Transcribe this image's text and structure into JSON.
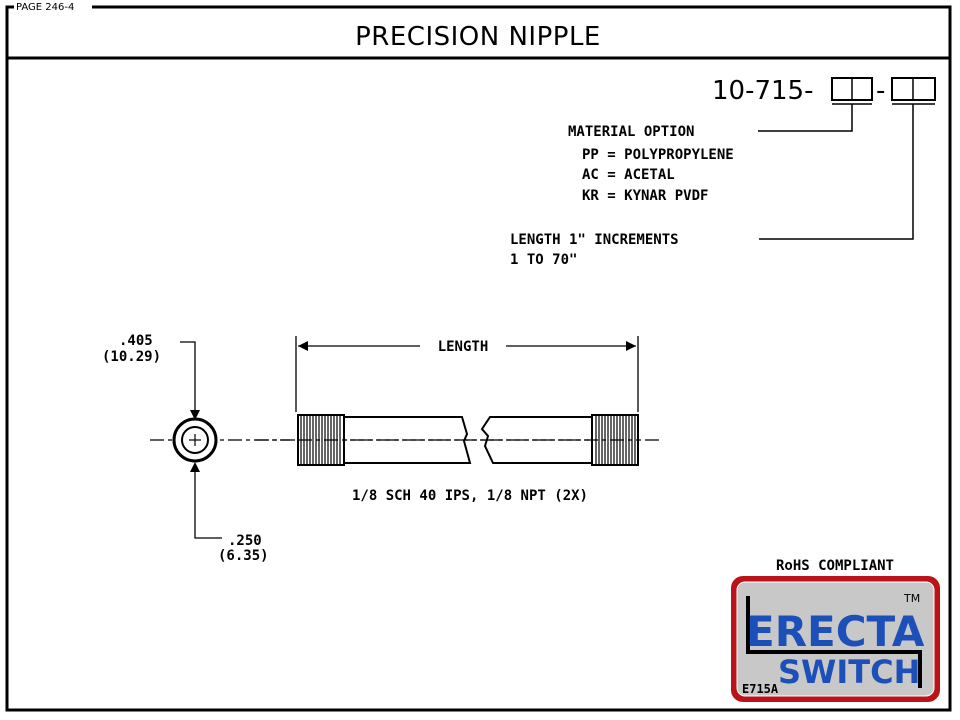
{
  "page_label": "PAGE 246-4",
  "title": "PRECISION NIPPLE",
  "part_number": {
    "prefix": "10-715-",
    "separator": "-"
  },
  "material_option": {
    "heading": "MATERIAL OPTION",
    "options": [
      "PP = POLYPROPYLENE",
      "AC = ACETAL",
      "KR = KYNAR PVDF"
    ]
  },
  "length_option": {
    "line1": "LENGTH 1\" INCREMENTS",
    "line2": "1 TO 70\""
  },
  "dimensions": {
    "od_in": ".405",
    "od_mm": "(10.29)",
    "id_in": ".250",
    "id_mm": "(6.35)",
    "length_label": "LENGTH",
    "pipe_spec": "1/8 SCH 40 IPS, 1/8 NPT (2X)"
  },
  "rohs": "RoHS COMPLIANT",
  "logo": {
    "line1": "ERECTA",
    "line2": "SWITCH",
    "tm": "TM",
    "code": "E715A"
  },
  "colors": {
    "logo_blue": "#1d4fb8",
    "logo_red": "#b8141a",
    "logo_bg": "#c8c8c8"
  }
}
